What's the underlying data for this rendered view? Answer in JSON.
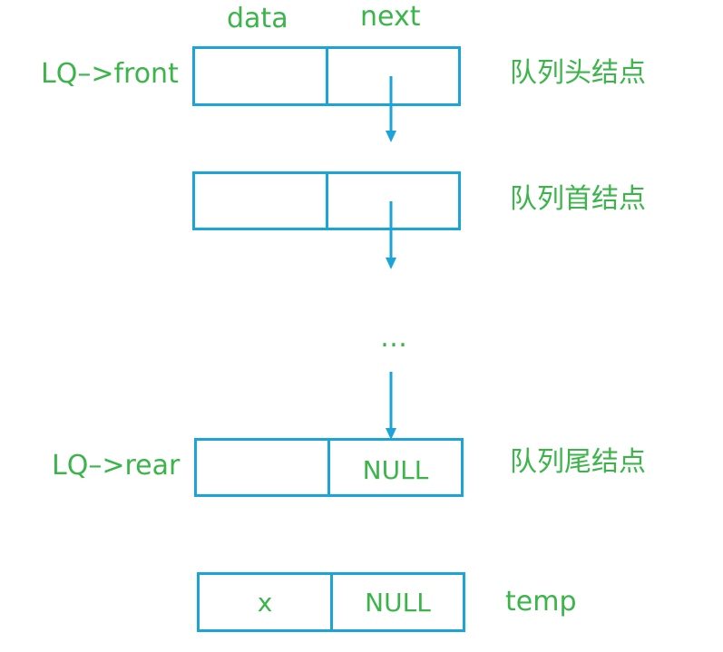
{
  "headers": {
    "data": "data",
    "next": "next"
  },
  "pointers": {
    "front": "LQ–>front",
    "rear": "LQ–>rear"
  },
  "nodes": {
    "head": {
      "data": "",
      "next": "",
      "caption": "队列头结点"
    },
    "first": {
      "data": "",
      "next": "",
      "caption": "队列首结点"
    },
    "rear": {
      "data": "",
      "next": "NULL",
      "caption": "队列尾结点"
    },
    "temp": {
      "data": "x",
      "next": "NULL",
      "caption": "temp"
    }
  },
  "ellipsis": "…",
  "colors": {
    "text": "#3bb54a",
    "border": "#1aa4d8",
    "background": "#ffffff"
  }
}
